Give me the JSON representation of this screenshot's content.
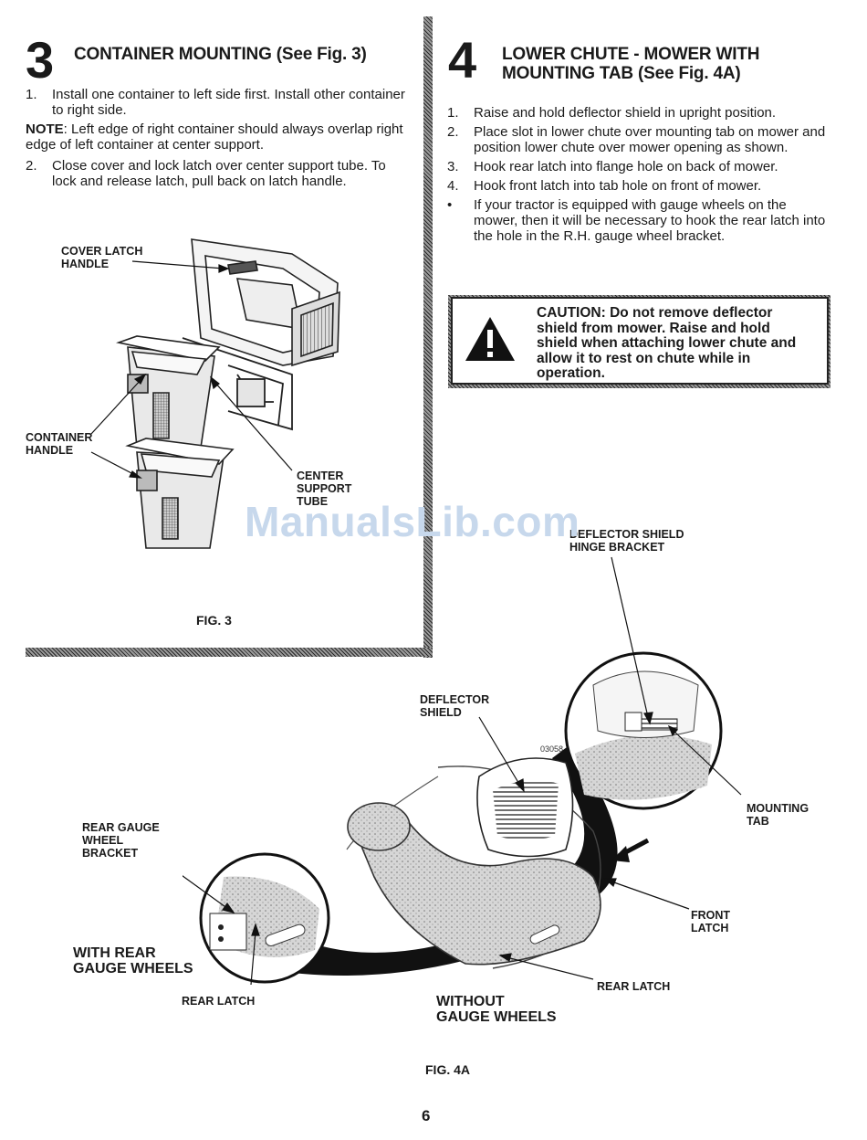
{
  "section3": {
    "number": "3",
    "title": "CONTAINER MOUNTING (See Fig. 3)",
    "steps": [
      {
        "marker": "1.",
        "text": "Install one container to left side first. Install other container to right side."
      }
    ],
    "note_label": "NOTE",
    "note_text": ": Left edge of right container should always overlap right edge of left container at center support.",
    "steps_after_note": [
      {
        "marker": "2.",
        "text": "Close cover and lock latch over center support tube. To lock and release latch, pull back on latch handle."
      }
    ],
    "figure": {
      "labels": {
        "cover_latch_handle": [
          "COVER LATCH",
          "HANDLE"
        ],
        "container_handle": [
          "CONTAINER",
          "HANDLE"
        ],
        "center_support_tube": [
          "CENTER",
          "SUPPORT",
          "TUBE"
        ]
      },
      "caption": "FIG. 3"
    }
  },
  "section4": {
    "number": "4",
    "title_lines": [
      "LOWER CHUTE - MOWER WITH",
      "MOUNTING TAB (See Fig. 4A)"
    ],
    "steps": [
      {
        "marker": "1.",
        "text": "Raise and hold deflector shield in upright position."
      },
      {
        "marker": "2.",
        "text": "Place slot in lower chute over mounting tab on mower and position lower chute over mower opening as shown."
      },
      {
        "marker": "3.",
        "text": "Hook rear latch into flange hole on back of mower."
      },
      {
        "marker": "4.",
        "text": "Hook front latch into tab hole on front of mower."
      },
      {
        "marker": "•",
        "text": "If your tractor is equipped with gauge wheels on the mower, then it will be necessary to hook the rear latch into the hole in the R.H. gauge wheel bracket."
      }
    ],
    "caution": "CAUTION: Do not remove deflector shield from mower. Raise and hold shield when attaching lower chute and allow it to rest on chute while in operation."
  },
  "figure4a": {
    "labels": {
      "hinge_bracket": [
        "DEFLECTOR SHIELD",
        "HINGE BRACKET"
      ],
      "deflector_shield": [
        "DEFLECTOR",
        "SHIELD"
      ],
      "part_number": "03058",
      "mounting_tab": [
        "MOUNTING",
        "TAB"
      ],
      "rear_gauge_wheel_bracket": [
        "REAR GAUGE",
        "WHEEL",
        "BRACKET"
      ],
      "front_latch": [
        "FRONT",
        "LATCH"
      ],
      "with_rear_gauge_wheels": [
        "WITH REAR",
        "GAUGE WHEELS"
      ],
      "rear_latch_left": "REAR LATCH",
      "rear_latch_right": "REAR LATCH",
      "without_gauge_wheels": [
        "WITHOUT",
        "GAUGE WHEELS"
      ]
    },
    "caption": "FIG. 4A"
  },
  "page_number": "6",
  "watermark": "ManualsLib.com"
}
